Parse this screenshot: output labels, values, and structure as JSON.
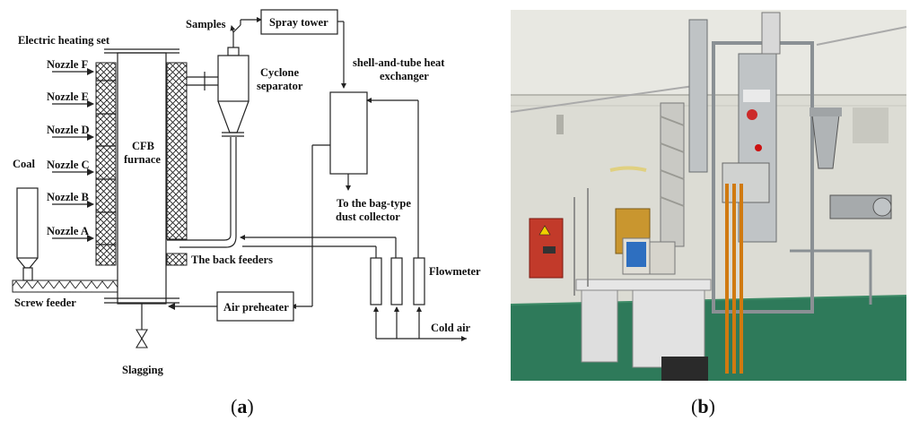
{
  "diagram": {
    "labels": {
      "samples": "Samples",
      "spray_tower": "Spray tower",
      "electric_heating_set": "Electric heating set",
      "nozzle_f": "Nozzle F",
      "nozzle_e": "Nozzle E",
      "nozzle_d": "Nozzle D",
      "nozzle_c": "Nozzle C",
      "nozzle_b": "Nozzle B",
      "nozzle_a": "Nozzle A",
      "coal": "Coal",
      "cfb_line1": "CFB",
      "cfb_line2": "furnace",
      "cyclone_line1": "Cyclone",
      "cyclone_line2": "separator",
      "heat_exchanger_line1": "shell-and-tube heat",
      "heat_exchanger_line2": "exchanger",
      "bag_line1": "To the bag-type",
      "bag_line2": "dust collector",
      "back_feeders": "The back feeders",
      "flowmeter": "Flowmeter",
      "screw_feeder": "Screw feeder",
      "air_preheater": "Air preheater",
      "cold_air": "Cold air",
      "slagging": "Slagging"
    }
  },
  "captions": {
    "a_letter": "a",
    "b_letter": "b"
  },
  "photo": {
    "colors": {
      "wall": "#dcdcd4",
      "floor": "#2e7a5a",
      "steel": "#9aa0a4",
      "cabinet_red": "#c23a2a",
      "panel_wood": "#c9962f"
    }
  }
}
